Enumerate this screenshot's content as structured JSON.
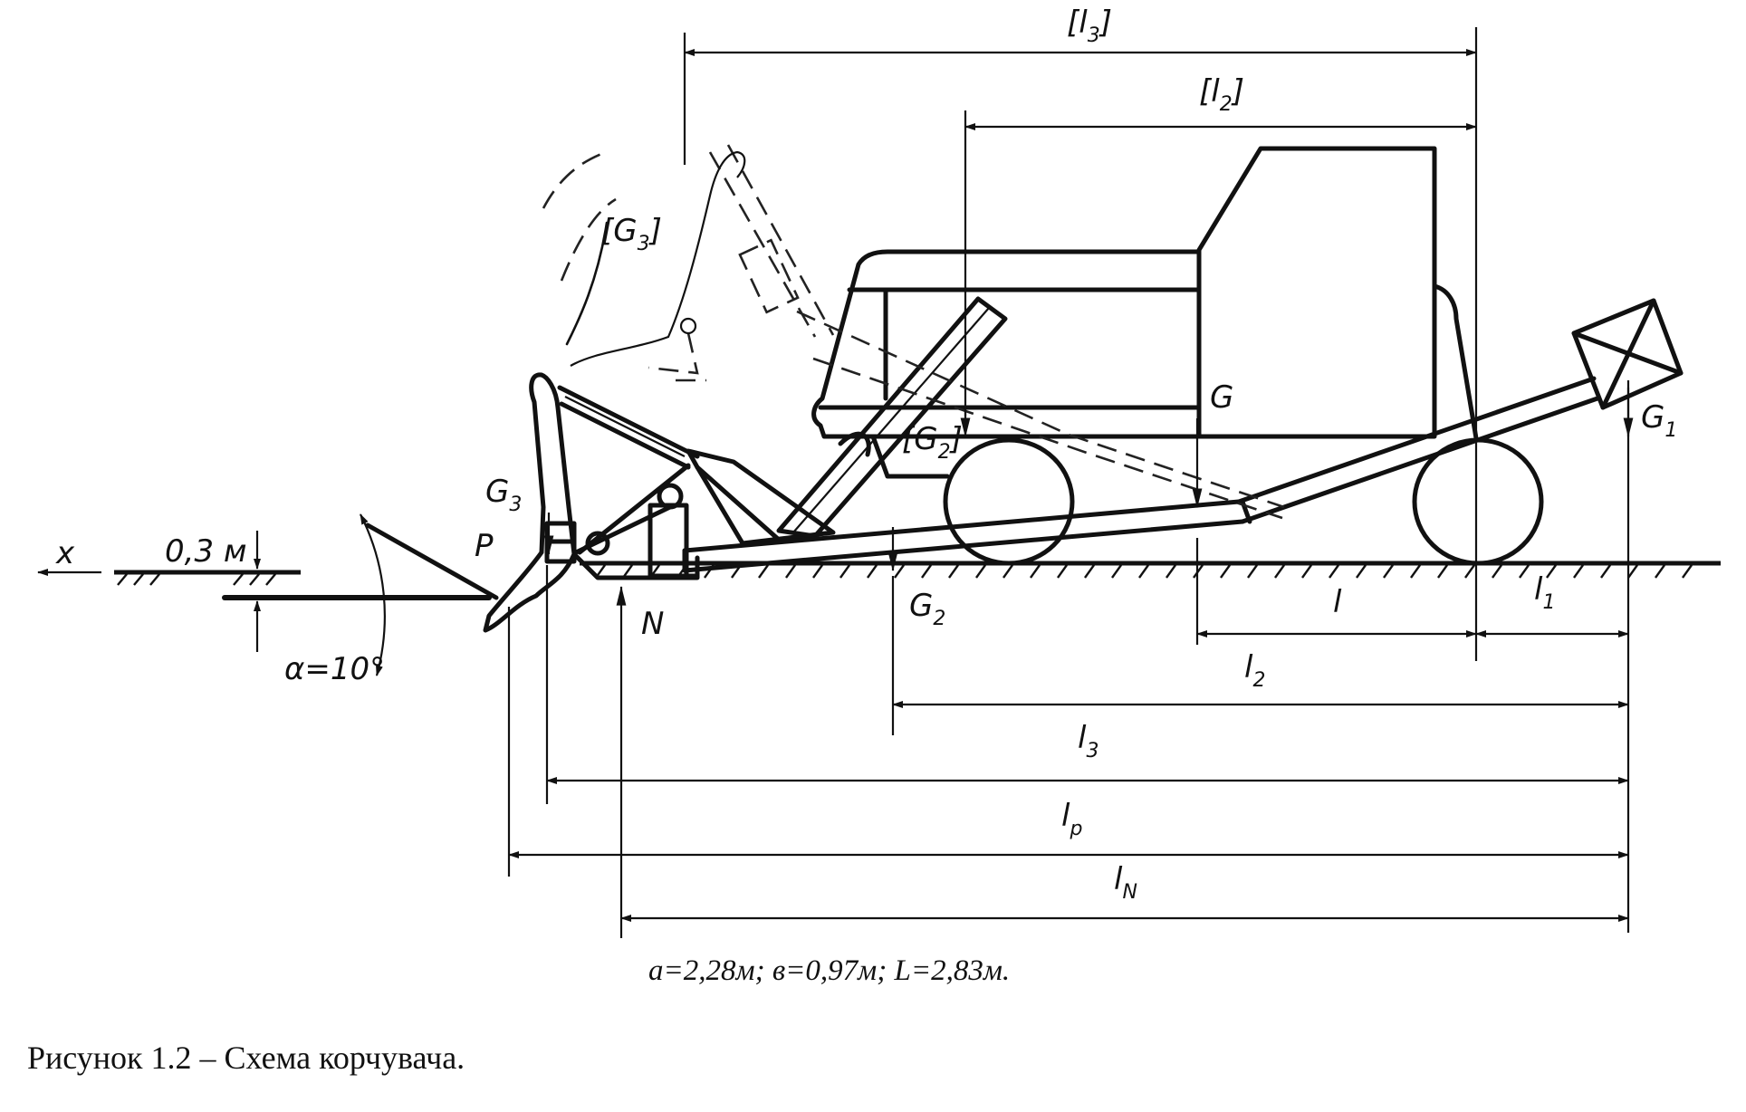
{
  "figure": {
    "caption": "Рисунок 1.2 – Схема корчувача.",
    "parameters": "a=2,28м;   в=0,97м;   L=2,83м.",
    "depth_label": "0,3 м",
    "angle_label": "α=10°",
    "axis_label": "x"
  },
  "forces": {
    "G": "G",
    "G1": "G",
    "G1_sub": "1",
    "G2": "G",
    "G2_sub": "2",
    "G3": "G",
    "G3_sub": "3",
    "G2_bracket": "[G",
    "G2_bracket_sub": "2",
    "G2_bracket_close": "]",
    "G3_bracket": "[G",
    "G3_bracket_sub": "3",
    "G3_bracket_close": "]",
    "P": "P",
    "N": "N"
  },
  "dimensions": {
    "l3_bracket": "[l",
    "l3_bracket_sub": "3",
    "l3_bracket_close": "]",
    "l2_bracket": "[l",
    "l2_bracket_sub": "2",
    "l2_bracket_close": "]",
    "l": "l",
    "l1": "l",
    "l1_sub": "1",
    "l2": "l",
    "l2_sub": "2",
    "l3": "l",
    "l3_sub": "3",
    "lp": "l",
    "lp_sub": "p",
    "lN": "l",
    "lN_sub": "N"
  }
}
